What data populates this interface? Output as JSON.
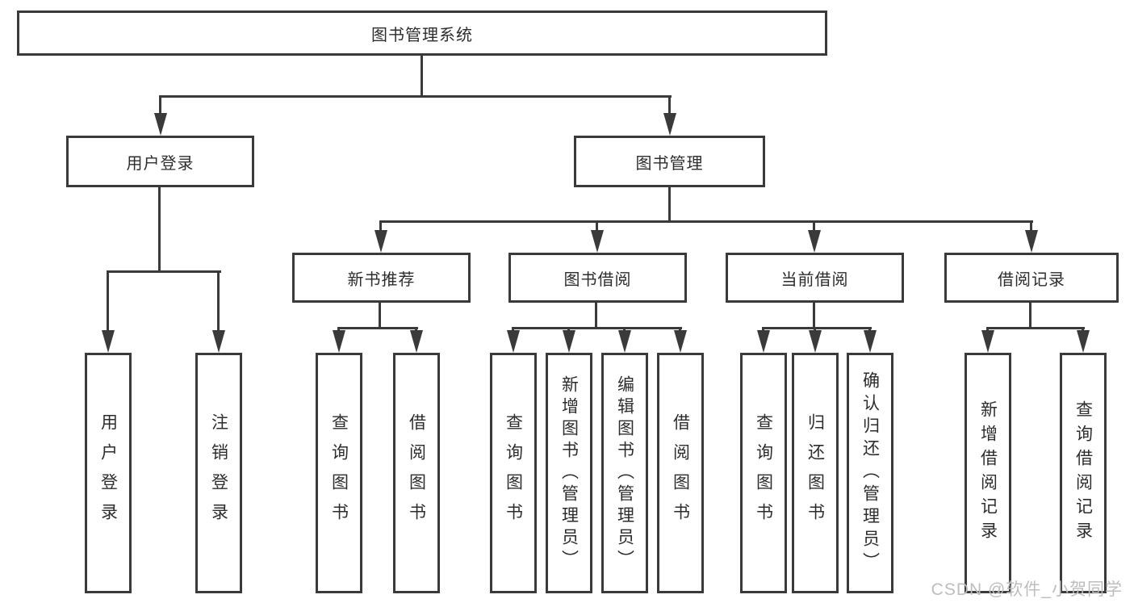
{
  "diagram": {
    "root": {
      "label": "图书管理系统"
    },
    "branches": [
      {
        "label": "用户登录",
        "children": [
          {
            "label": "用户登录"
          },
          {
            "label": "注销登录"
          }
        ]
      },
      {
        "label": "图书管理",
        "children": [
          {
            "label": "新书推荐",
            "children": [
              {
                "label": "查询图书"
              },
              {
                "label": "借阅图书"
              }
            ]
          },
          {
            "label": "图书借阅",
            "children": [
              {
                "label": "查询图书"
              },
              {
                "label": "新增图书（管理员）"
              },
              {
                "label": "编辑图书（管理员）"
              },
              {
                "label": "借阅图书"
              }
            ]
          },
          {
            "label": "当前借阅",
            "children": [
              {
                "label": "查询图书"
              },
              {
                "label": "归还图书"
              },
              {
                "label": "确认归还（管理员）"
              }
            ]
          },
          {
            "label": "借阅记录",
            "children": [
              {
                "label": "新增借阅记录"
              },
              {
                "label": "查询借阅记录"
              }
            ]
          }
        ]
      }
    ]
  },
  "watermark": "CSDN @软件_小贺同学",
  "colors": {
    "line": "#3a3a3a",
    "text": "#2d2d2d",
    "watermark": "#bdbdbd",
    "background": "#ffffff"
  }
}
